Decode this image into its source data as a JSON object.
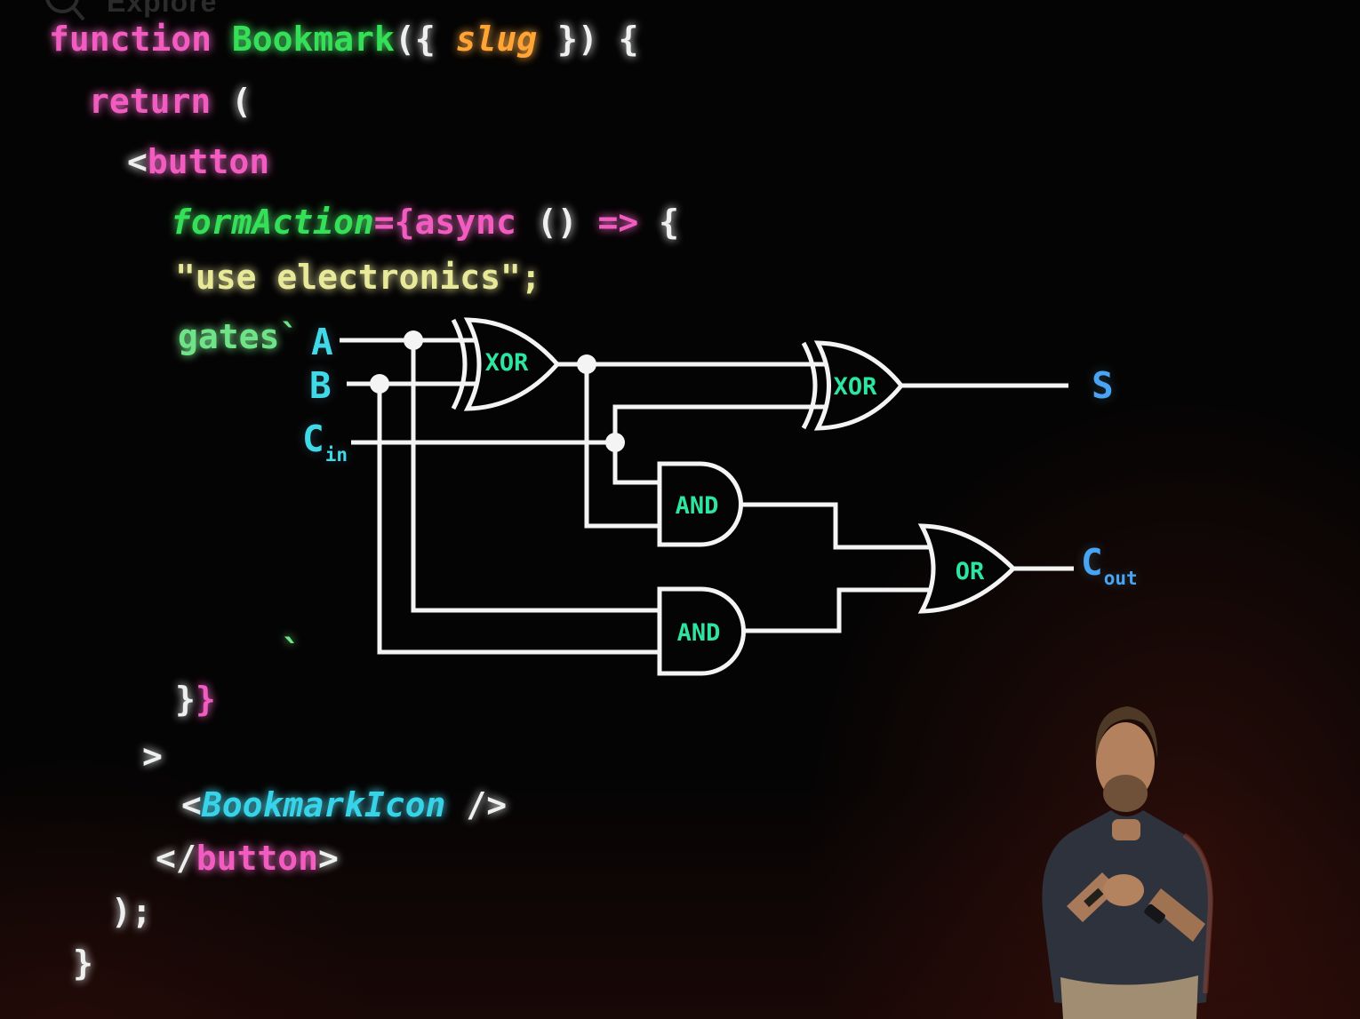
{
  "nav": {
    "explore_label": "Explore"
  },
  "code": {
    "lines": [
      {
        "name": "function-signature",
        "tokens": [
          {
            "t": "function "
          },
          {
            "t": "Bookmark"
          },
          {
            "t": "({ "
          },
          {
            "t": "slug"
          },
          {
            "t": " }) {"
          }
        ]
      },
      {
        "name": "return-open",
        "tokens": [
          {
            "t": "return "
          },
          {
            "t": "("
          }
        ]
      },
      {
        "name": "button-open",
        "tokens": [
          {
            "t": "<"
          },
          {
            "t": "button"
          }
        ]
      },
      {
        "name": "form-action",
        "tokens": [
          {
            "t": "formAction"
          },
          {
            "t": "={async"
          },
          {
            "t": " () "
          },
          {
            "t": "=>"
          },
          {
            "t": " {"
          }
        ]
      },
      {
        "name": "use-electronics-directive",
        "tokens": [
          {
            "t": "\"use electronics\";"
          }
        ]
      },
      {
        "name": "gates-template-open",
        "tokens": [
          {
            "t": "gates`"
          }
        ]
      },
      {
        "name": "close-braces",
        "tokens": [
          {
            "t": "}"
          },
          {
            "t": "}"
          }
        ]
      },
      {
        "name": "button-open-close-angle",
        "tokens": [
          {
            "t": ">"
          }
        ]
      },
      {
        "name": "bookmark-icon-element",
        "tokens": [
          {
            "t": "<"
          },
          {
            "t": "BookmarkIcon"
          },
          {
            "t": " />"
          }
        ]
      },
      {
        "name": "button-close",
        "tokens": [
          {
            "t": "</"
          },
          {
            "t": "button"
          },
          {
            "t": ">"
          }
        ]
      },
      {
        "name": "paren-close",
        "tokens": [
          {
            "t": ");"
          }
        ]
      },
      {
        "name": "brace-close",
        "tokens": [
          {
            "t": "}"
          }
        ]
      }
    ],
    "closing_backtick": "`"
  },
  "circuit": {
    "signals": {
      "A": {
        "label": "A"
      },
      "B": {
        "label": "B"
      },
      "Cin": {
        "label": "C",
        "sub": "in"
      },
      "S": {
        "label": "S"
      },
      "Cout": {
        "label": "C",
        "sub": "out"
      }
    },
    "gates": [
      {
        "id": "xor-1",
        "label": "XOR"
      },
      {
        "id": "xor-2",
        "label": "XOR"
      },
      {
        "id": "and-1",
        "label": "AND"
      },
      {
        "id": "and-2",
        "label": "AND"
      },
      {
        "id": "or-1",
        "label": "OR"
      }
    ]
  },
  "palette": {
    "background": "#050404",
    "keyword_pink": "#f25cc1",
    "identifier_green": "#35df58",
    "gates_green": "#6ee487",
    "argument_orange": "#ffa435",
    "string_yellow": "#e9e99a",
    "component_cyan": "#36d3e9",
    "punctuation_white": "#eef0f0",
    "signal_cyan": "#3fd9e8",
    "signal_blue": "#4aa4f4",
    "gate_label_green": "#2ce5a0",
    "wire_white": "#f4f4f4",
    "nav_gray": "#2b2b2b"
  }
}
